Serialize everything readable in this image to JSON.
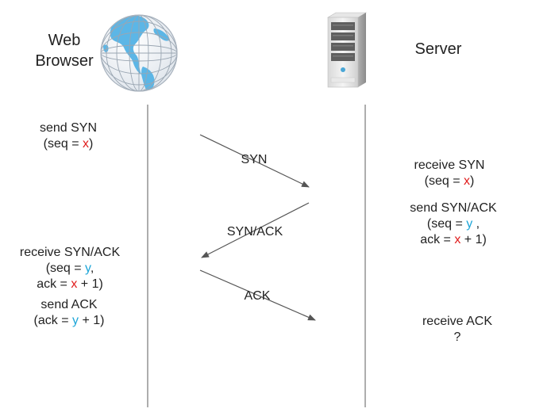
{
  "browser": {
    "title_line1": "Web",
    "title_line2": "Browser",
    "icon": "globe-icon"
  },
  "server": {
    "title": "Server",
    "icon": "server-icon"
  },
  "messages": {
    "syn": "SYN",
    "synack": "SYN/ACK",
    "ack": "ACK"
  },
  "client_steps": {
    "send_syn": {
      "line1": "send SYN",
      "seq_pre": "(seq = ",
      "seq_var": "x",
      "seq_post": ")"
    },
    "receive_synack": {
      "line1": "receive SYN/ACK",
      "seq_pre": "(seq = ",
      "seq_var": "y",
      "seq_post": ",",
      "ack_pre": "ack = ",
      "ack_var": "x",
      "ack_post": " + 1)"
    },
    "send_ack": {
      "line1": "send ACK",
      "ack_pre": "(ack = ",
      "ack_var": "y",
      "ack_post": " + 1)"
    }
  },
  "server_steps": {
    "receive_syn": {
      "line1": "receive SYN",
      "seq_pre": "(seq = ",
      "seq_var": "x",
      "seq_post": ")"
    },
    "send_synack": {
      "line1": "send SYN/ACK",
      "seq_pre": "(seq = ",
      "seq_var": "y",
      "seq_post": " ,",
      "ack_pre": "ack = ",
      "ack_var": "x",
      "ack_post": " + 1)"
    },
    "receive_ack": {
      "line1": "receive ACK",
      "line2": "?"
    }
  },
  "colors": {
    "var_x": "#e01b1b",
    "var_y": "#1ea6d8",
    "lines": "#555555",
    "text": "#222222"
  }
}
